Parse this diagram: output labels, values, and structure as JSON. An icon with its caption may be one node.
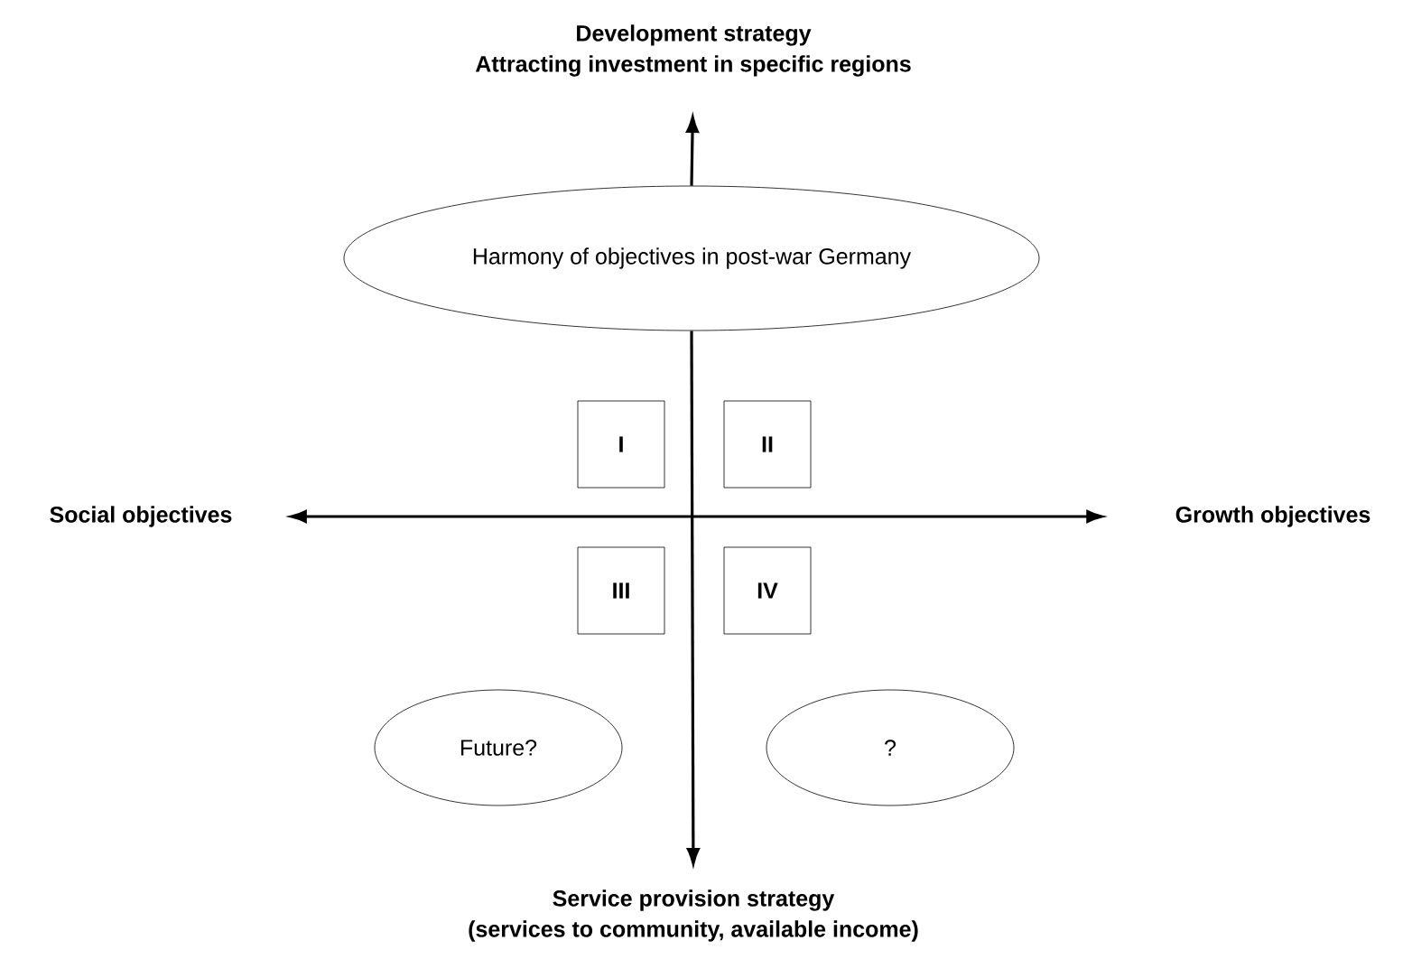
{
  "diagram": {
    "nodes": [
      {
        "text": [
          "Development strategy",
          "Attracting investment in specific regions"
        ]
      },
      {
        "text": [
          "Harmony of objectives in post-war Germany"
        ]
      },
      {
        "text": [
          "I"
        ]
      },
      {
        "text": [
          "II"
        ]
      },
      {
        "text": [
          "Social objectives"
        ]
      },
      {
        "text": [
          "Growth objectives"
        ]
      },
      {
        "text": [
          "III"
        ]
      },
      {
        "text": [
          "IV"
        ]
      },
      {
        "text": [
          "Future?"
        ]
      },
      {
        "text": [
          "?"
        ]
      },
      {
        "text": [
          "Service provision strategy",
          "(services to community, available income)"
        ]
      }
    ],
    "edges": [
      {
        "from": 1,
        "to": 0,
        "arrow": "to"
      },
      {
        "from": 1,
        "to": 10,
        "arrow": "to"
      },
      {
        "from": 4,
        "to": 5,
        "arrow": "both"
      }
    ]
  }
}
